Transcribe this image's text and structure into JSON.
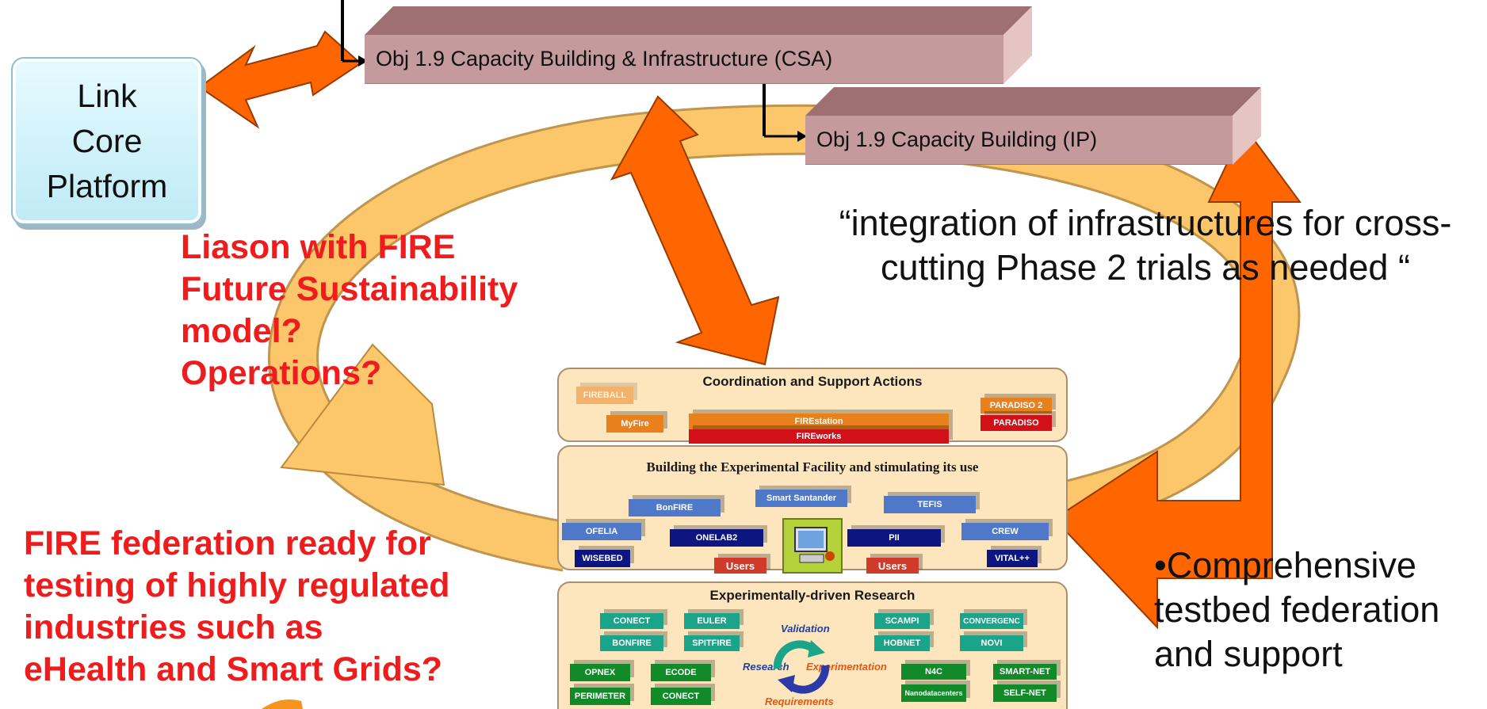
{
  "colors": {
    "arrow_orange": "#ff6600",
    "cycle_yellow": "#fcc66a",
    "bar_front": "#c49a9c",
    "text_red": "#ee1c1c"
  },
  "top_bars": {
    "csa_label": "Obj 1.9 Capacity Building & Infrastructure (CSA)",
    "ip_label": "Obj 1.9 Capacity Building (IP)"
  },
  "link_box": {
    "lines": [
      "Link",
      "Core",
      "Platform"
    ]
  },
  "liaison_text": {
    "lines": [
      "Liason with FIRE",
      "Future Sustainability",
      "model?",
      "Operations?"
    ]
  },
  "quote_text": {
    "lines": [
      "“integration of infrastructures for cross-",
      "cutting Phase 2 trials as needed “"
    ]
  },
  "federation_text": {
    "lines": [
      "FIRE federation ready for",
      "testing of highly regulated",
      "industries such as",
      "eHealth and Smart Grids?"
    ]
  },
  "testbed_text": {
    "lines": [
      "•Comprehensive",
      "testbed federation",
      "and support"
    ]
  },
  "panel": {
    "coordination": {
      "title": "Coordination and Support Actions",
      "fireball": "FIREBALL",
      "myfire": "MyFire",
      "firestation": "FIREstation",
      "fireworks": "FIREworks",
      "paradiso2": "PARADISO 2",
      "paradiso": "PARADISO"
    },
    "facility": {
      "title": "Building the Experimental Facility and stimulating its use",
      "smart_santander": "Smart Santander",
      "bonfire": "BonFIRE",
      "tefis": "TEFIS",
      "ofelia": "OFELIA",
      "onelab2": "ONELAB2",
      "pii": "PII",
      "crew": "CREW",
      "wisebed": "WISEBED",
      "vital": "VITAL++",
      "users_left": "Users",
      "users_right": "Users"
    },
    "research": {
      "title": "Experimentally-driven Research",
      "conect_top": "CONECT",
      "euler": "EULER",
      "scampi": "SCAMPI",
      "convergenc": "CONVERGENC",
      "bonfire": "BONFIRE",
      "spitfire": "SPITFIRE",
      "hobnet": "HOBNET",
      "novi": "NOVI",
      "opnex": "OPNEX",
      "ecode": "ECODE",
      "n4c": "N4C",
      "smart_net": "SMART-NET",
      "perimeter": "PERIMETER",
      "conect_bottom": "CONECT",
      "nanodatacenters": "Nanodatacenters",
      "self_net": "SELF-NET",
      "validation": "Validation",
      "research_label": "Research",
      "experimentation": "Experimentation",
      "requirements": "Requirements"
    }
  }
}
